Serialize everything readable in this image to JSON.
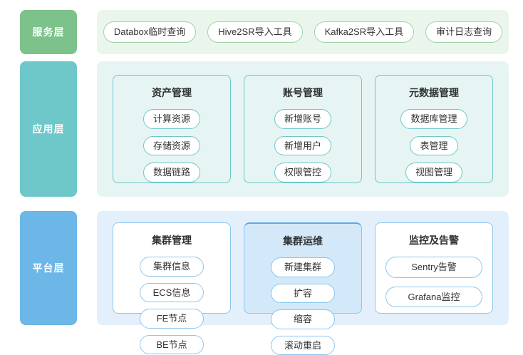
{
  "colors": {
    "service_label": "#7cc28a",
    "service_panel": "#eaf6ec",
    "app_label": "#6ec7c8",
    "app_panel": "#e6f5f3",
    "platform_label": "#6cb7e8",
    "platform_panel": "#e3f0fb",
    "platform_accent_card": "#d3e8f8"
  },
  "layers": {
    "service": {
      "label": "服务层",
      "items": [
        "Databox临时查询",
        "Hive2SR导入工具",
        "Kafka2SR导入工具",
        "审计日志查询"
      ]
    },
    "application": {
      "label": "应用层",
      "cards": [
        {
          "title": "资产管理",
          "items": [
            "计算资源",
            "存储资源",
            "数据链路"
          ]
        },
        {
          "title": "账号管理",
          "items": [
            "新增账号",
            "新增用户",
            "权限管控"
          ]
        },
        {
          "title": "元数据管理",
          "items": [
            "数据库管理",
            "表管理",
            "视图管理"
          ]
        }
      ]
    },
    "platform": {
      "label": "平台层",
      "cards": [
        {
          "title": "集群管理",
          "items": [
            "集群信息",
            "ECS信息",
            "FE节点",
            "BE节点"
          ]
        },
        {
          "title": "集群运维",
          "items": [
            "新建集群",
            "扩容",
            "缩容",
            "滚动重启"
          ]
        },
        {
          "title": "监控及告警",
          "items": [
            "Sentry告警",
            "Grafana监控"
          ]
        }
      ]
    }
  },
  "watermark": "· · · ·"
}
